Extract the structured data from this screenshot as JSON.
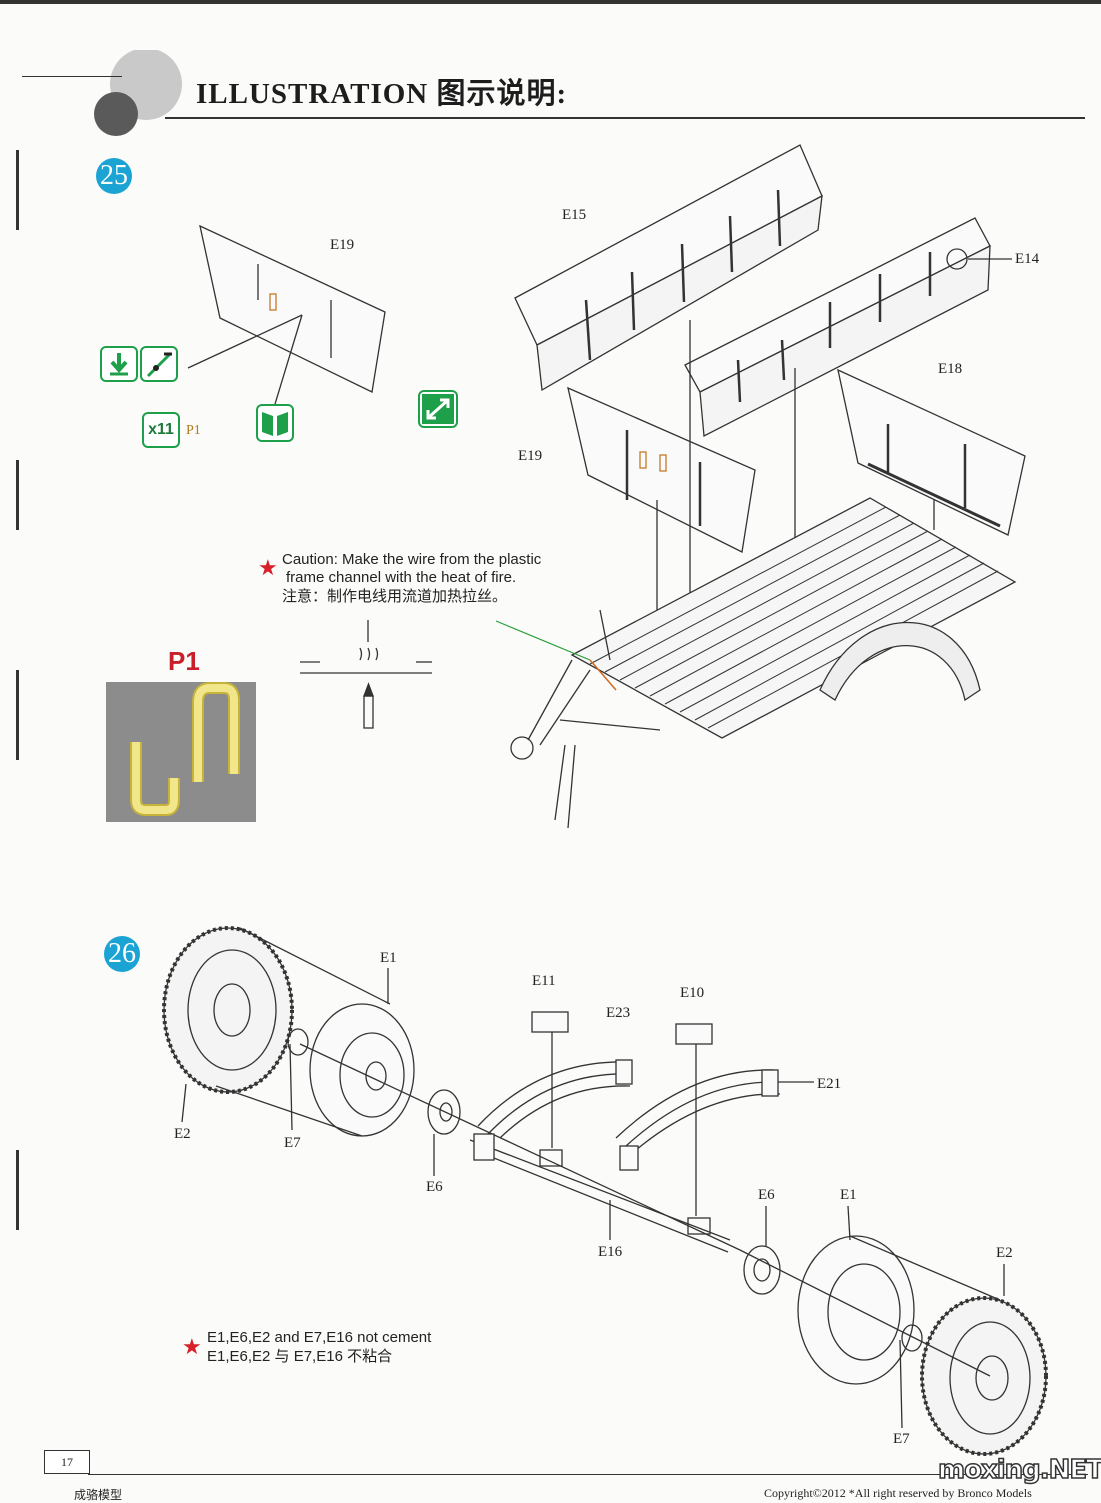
{
  "header": {
    "title": "ILLUSTRATION 图示说明:"
  },
  "step25": {
    "number": "25",
    "labels": {
      "e19_top": "E19",
      "e15": "E15",
      "e14": "E14",
      "e18": "E18",
      "e19_side": "E19"
    },
    "qty": "x11",
    "part": "P1",
    "caution_en_1": "Caution: Make the wire from the plastic",
    "caution_en_2": "frame channel with the heat of fire.",
    "caution_cn": "注意：制作电线用流道加热拉丝。",
    "inset_title": "P1",
    "icons": [
      "attach-down-icon",
      "bend-icon",
      "quantity-icon",
      "mirror-icon",
      "zoom-icon"
    ]
  },
  "step26": {
    "number": "26",
    "labels": {
      "e1_left": "E1",
      "e2_left": "E2",
      "e7_left": "E7",
      "e6_left": "E6",
      "e11": "E11",
      "e23": "E23",
      "e10": "E10",
      "e21": "E21",
      "e16": "E16",
      "e6_right": "E6",
      "e1_right": "E1",
      "e2_right": "E2",
      "e7_right": "E7"
    },
    "note_en": "E1,E6,E2 and E7,E16 not cement",
    "note_cn": "E1,E6,E2 与 E7,E16 不粘合"
  },
  "footer": {
    "page": "17",
    "left_cut": "成骆模型",
    "copyright": "Copyright©2012  *All right reserved by Bronco Models",
    "watermark": "moxing.NET"
  }
}
